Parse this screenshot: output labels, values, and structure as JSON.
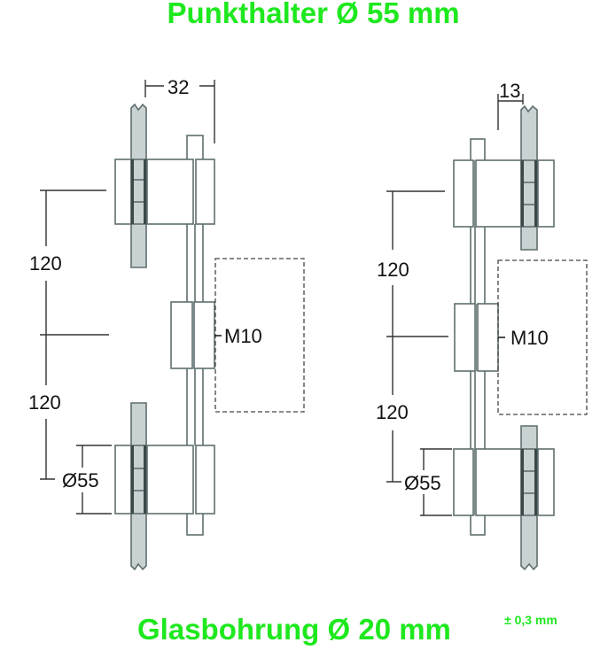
{
  "header": {
    "title": "Punkthalter Ø 55 mm"
  },
  "footer": {
    "title": "Glasbohrung Ø 20 mm",
    "tolerance": "± 0,3 mm"
  },
  "colors": {
    "accent": "#1ee81e",
    "glass": "#c8d2d2",
    "outline": "#5f6e6e",
    "dim": "#333333"
  },
  "drawings": {
    "left": {
      "width_dim": "32",
      "spacing_upper": "120",
      "spacing_lower": "120",
      "thread": "M10",
      "diameter": "Ø55"
    },
    "right": {
      "width_dim": "13",
      "spacing_upper": "120",
      "spacing_lower": "120",
      "thread": "M10",
      "diameter": "Ø55"
    }
  }
}
